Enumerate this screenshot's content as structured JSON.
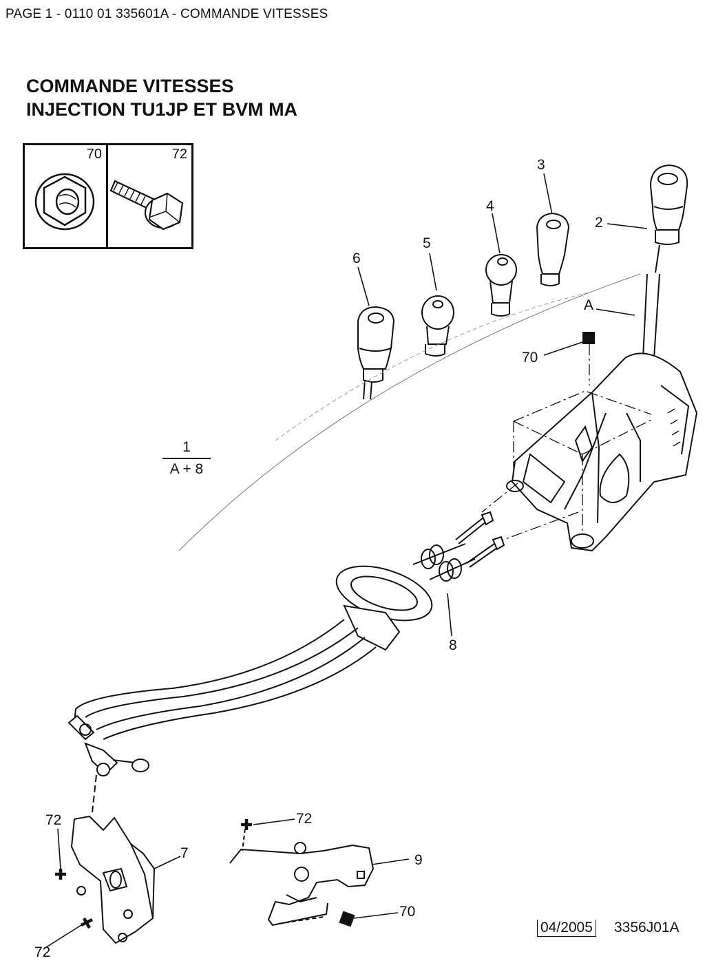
{
  "header": {
    "text": "PAGE 1 - 0110 01 335601A - COMMANDE VITESSES"
  },
  "title": {
    "line1": "COMMANDE VITESSES",
    "line2": "INJECTION TU1JP ET BVM MA"
  },
  "fasteners": [
    {
      "ref": "70",
      "kind": "hex-flange-nut-icon"
    },
    {
      "ref": "72",
      "kind": "hex-flange-bolt-icon"
    }
  ],
  "callouts": {
    "c2": "2",
    "c3": "3",
    "c4": "4",
    "c5": "5",
    "c6": "6",
    "cA": "A",
    "c70a": "70",
    "c8": "8",
    "c7": "7",
    "c72a": "72",
    "c72b": "72",
    "c72c": "72",
    "c9": "9",
    "c70b": "70"
  },
  "assembly": {
    "numerator": "1",
    "denominator": "A + 8"
  },
  "footer": {
    "date": "04/2005",
    "ref": "3356J01A"
  }
}
